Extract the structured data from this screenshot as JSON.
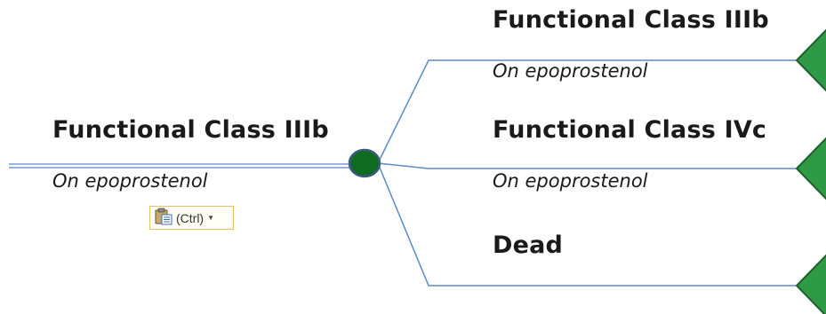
{
  "root_node": {
    "title": "Functional Class IIIb",
    "subtitle": "On epoprostenol"
  },
  "branches": [
    {
      "title": "Functional Class IIIb",
      "subtitle": "On epoprostenol"
    },
    {
      "title": "Functional Class IVc",
      "subtitle": "On epoprostenol"
    },
    {
      "title": "Dead",
      "subtitle": ""
    }
  ],
  "paste_options": {
    "label": "(Ctrl)",
    "icon": "clipboard-paste-icon"
  },
  "colors": {
    "branch_line": "#5b8bc7",
    "chance_node_fill": "#0f6b1f",
    "chance_node_stroke": "#3a5a80",
    "terminal_node_fill": "#2e9a45",
    "terminal_node_stroke": "#1f5f2a"
  }
}
